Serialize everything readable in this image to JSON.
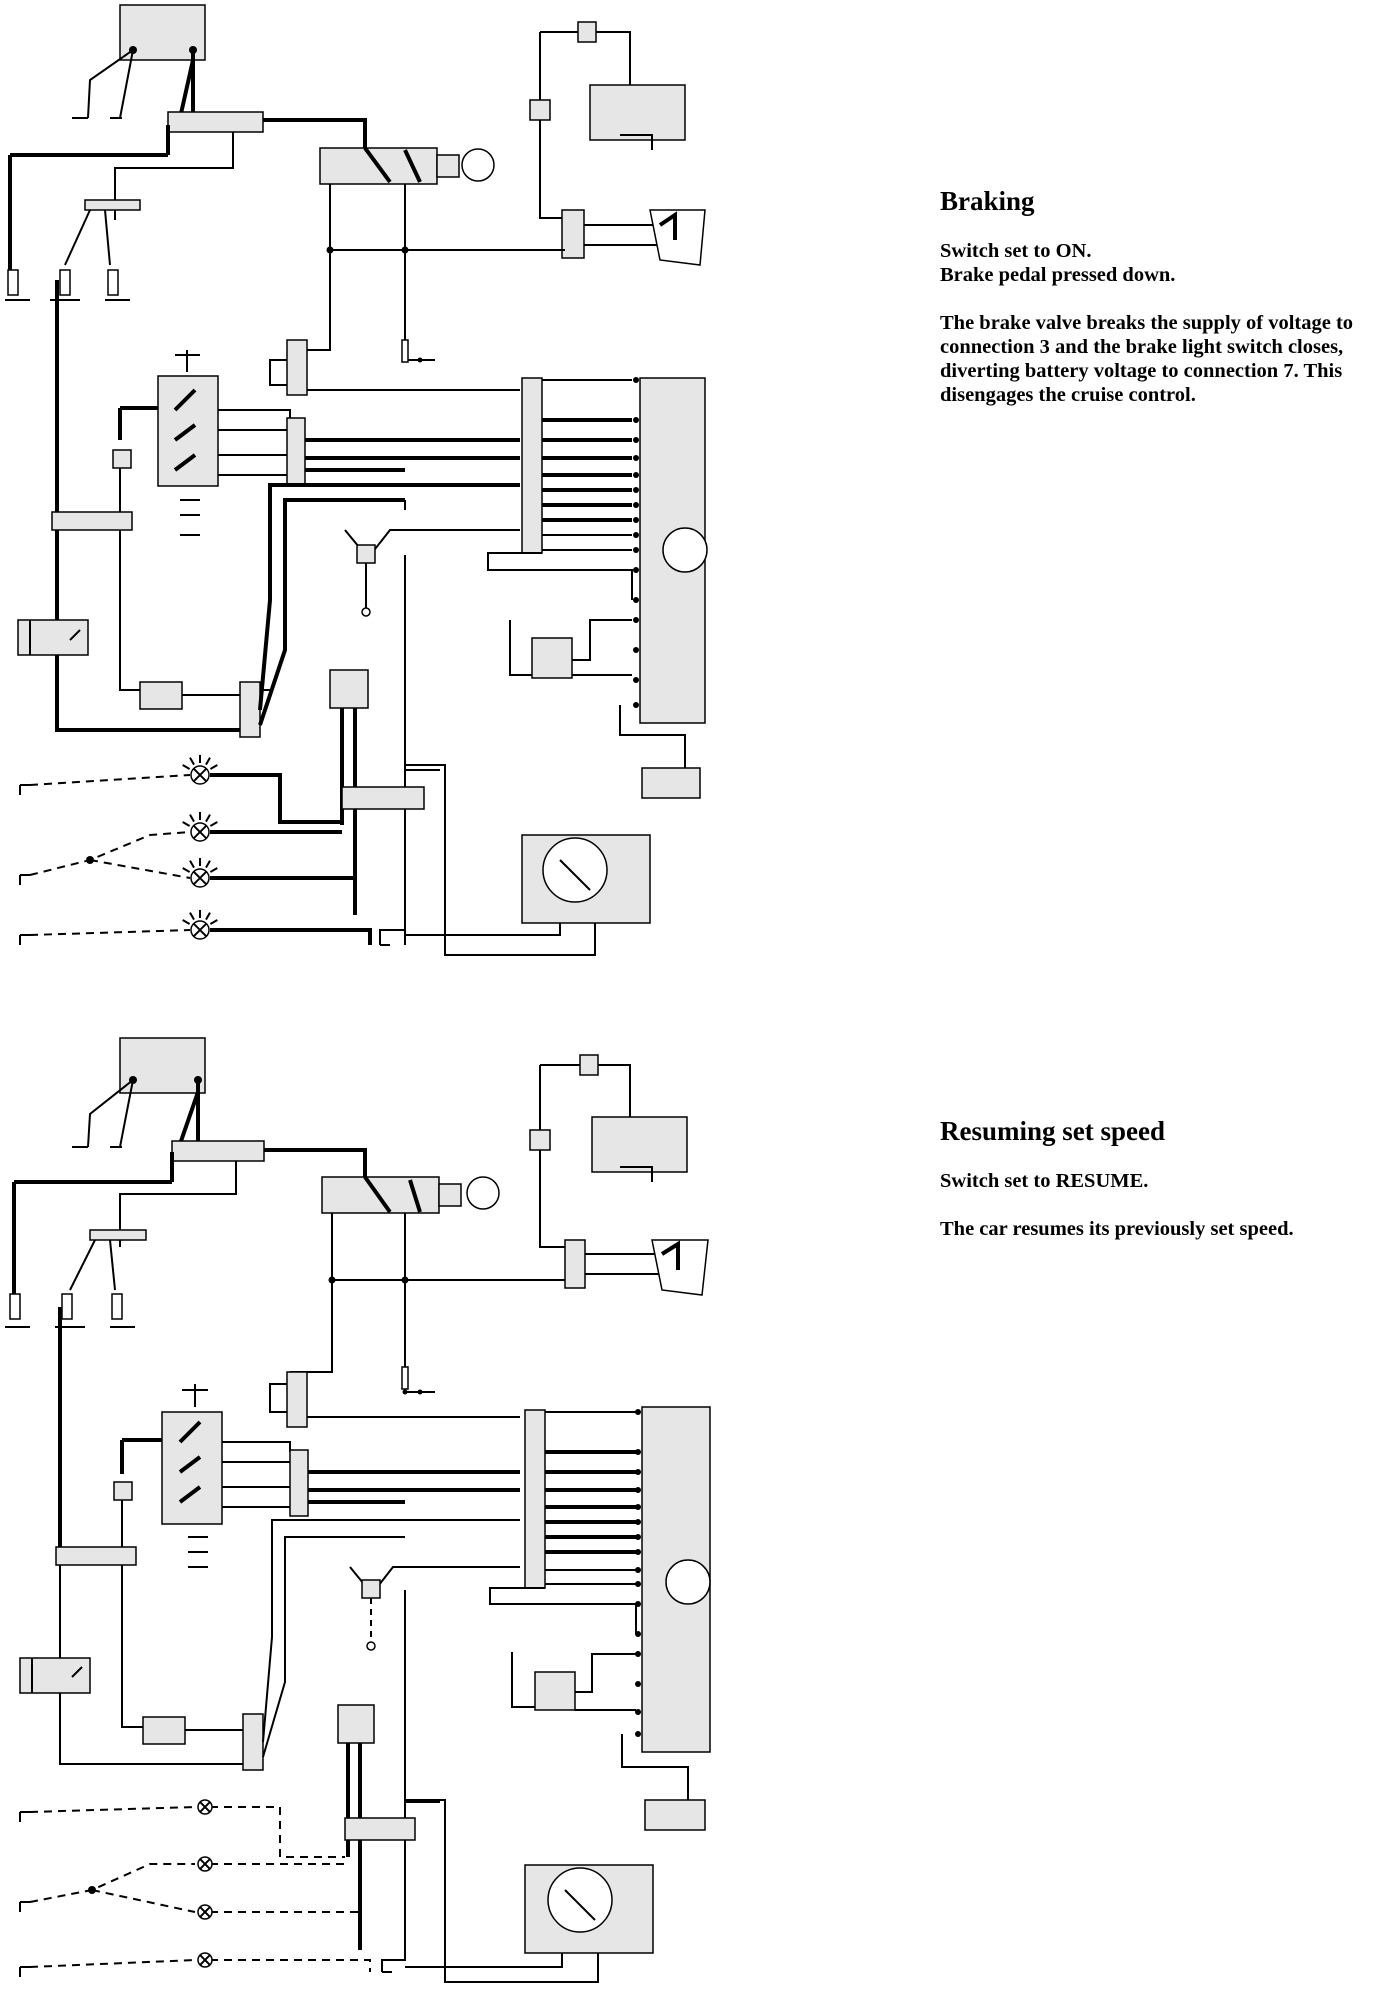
{
  "sections": [
    {
      "title": "Braking",
      "paragraphs": [
        "Switch set to ON.\nBrake pedal pressed down.",
        "The brake valve breaks the supply of voltage to connection 3 and the brake light switch closes, diverting battery voltage to connection 7. This disengages the cruise control."
      ]
    },
    {
      "title": "Resuming set speed",
      "paragraphs": [
        "Switch set to RESUME.",
        "The car resumes its previously set speed."
      ]
    }
  ],
  "diagram_state": [
    {
      "lamps_lit": true
    },
    {
      "lamps_lit": false
    }
  ]
}
